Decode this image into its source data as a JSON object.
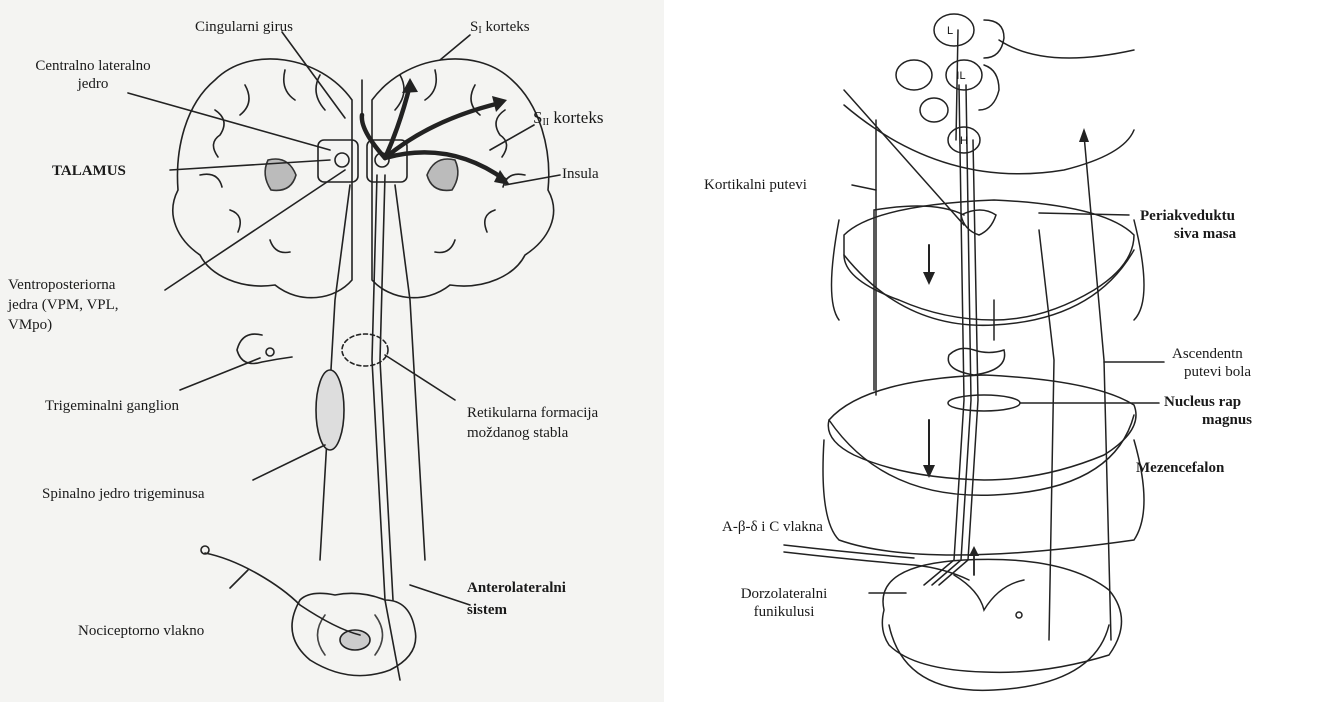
{
  "left": {
    "labels": {
      "cingularni": "Cingularni girus",
      "s1_prefix": "S",
      "s1_sub": "I",
      "s1_suffix": " korteks",
      "centralno_line1": "Centralno lateralno",
      "centralno_line2": "jedro",
      "s2_prefix": "S",
      "s2_sub": "II",
      "s2_suffix": " korteks",
      "talamus": "TALAMUS",
      "insula": "Insula",
      "ventro_line1": "Ventroposteriorna",
      "ventro_line2": "jedra (VPM, VPL,",
      "ventro_line3": "VMpo)",
      "trigeminalni_ganglion": "Trigeminalni ganglion",
      "retikularna_line1": "Retikularna formacija",
      "retikularna_line2": "moždanog stabla",
      "spinalno": "Spinalno jedro trigeminusa",
      "antero_line1": "Anterolateralni",
      "antero_line2": "sistem",
      "nociceptorno": "Nociceptorno vlakno"
    }
  },
  "right": {
    "labels": {
      "L": "L",
      "IL": "IL",
      "H": "H",
      "kortikalni": "Kortikalni putevi",
      "periak_line1": "Periakveduktu",
      "periak_line2": "siva masa",
      "ascend_line1": "Ascendentn",
      "ascend_line2": "putevi bola",
      "nucleus_line1": "Nucleus rap",
      "nucleus_line2": "magnus",
      "mezencefalon": "Mezencefalon",
      "abeta": "A-β-δ i C vlakna",
      "dorzo_line1": "Dorzolateralni",
      "dorzo_line2": "funikulusi"
    }
  }
}
